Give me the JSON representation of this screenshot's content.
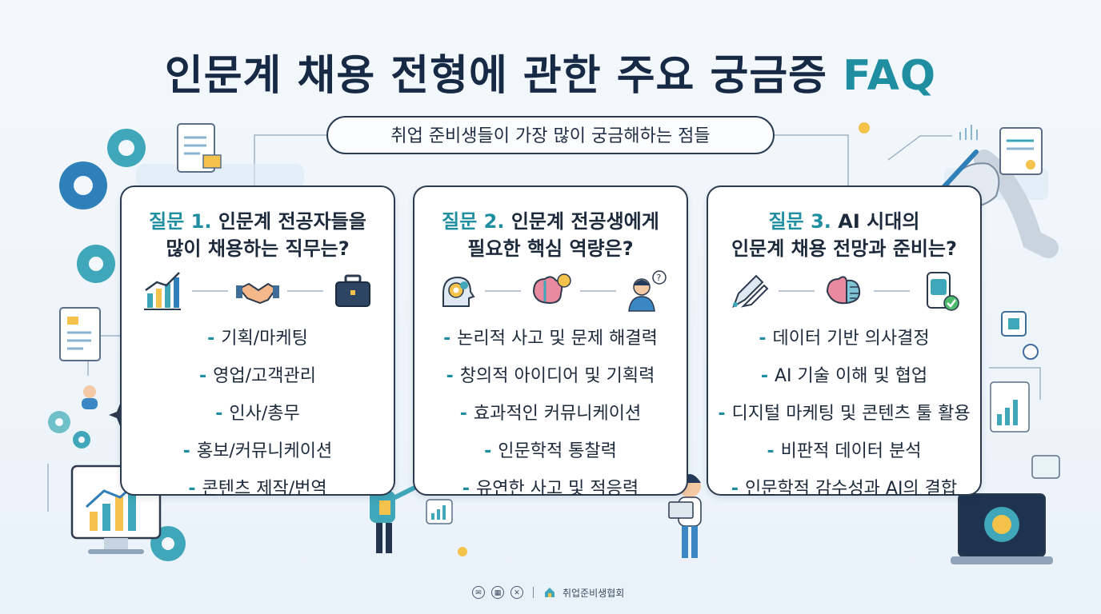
{
  "title": {
    "main": "인문계 채용 전형에 관한 주요 궁금증",
    "accent": "FAQ"
  },
  "subtitle": "취업 준비생들이 가장 많이 궁금해하는 점들",
  "cards": [
    {
      "label": "질문 1.",
      "line1": "인문계 전공자들을",
      "line2": "많이 채용하는 직무는?",
      "icons": [
        "growth-chart-icon",
        "handshake-icon",
        "briefcase-icon"
      ],
      "items": [
        "기획/마케팅",
        "영업/고객관리",
        "인사/총무",
        "홍보/커뮤니케이션",
        "콘텐츠 제작/번역"
      ]
    },
    {
      "label": "질문 2.",
      "line1": "인문계 전공생에게",
      "line2": "필요한 핵심 역량은?",
      "icons": [
        "head-gear-icon",
        "brain-bulb-icon",
        "thinking-person-icon"
      ],
      "items": [
        "논리적 사고 및 문제 해결력",
        "창의적 아이디어 및 기획력",
        "효과적인 커뮤니케이션",
        "인문학적 통찰력",
        "유연한 사고 및 적응력"
      ]
    },
    {
      "label": "질문 3.",
      "line1": "AI 시대의",
      "line2": "인문계 채용 전망과 준비는?",
      "icons": [
        "pen-tools-icon",
        "circuit-brain-icon",
        "smartphone-check-icon"
      ],
      "items": [
        "데이터 기반 의사결정",
        "AI 기술 이해 및 협업",
        "디지털 마케팅 및 콘텐츠 툴 활용",
        "비판적 데이터 분석",
        "인문학적 감수성과 AI의 결합"
      ]
    }
  ],
  "footer": {
    "brand": "취업준비생협회",
    "dots": [
      "✉",
      "▦",
      "✕"
    ]
  },
  "colors": {
    "accent": "#1f8ea1",
    "title": "#172a45",
    "border": "#2c3a4e"
  }
}
